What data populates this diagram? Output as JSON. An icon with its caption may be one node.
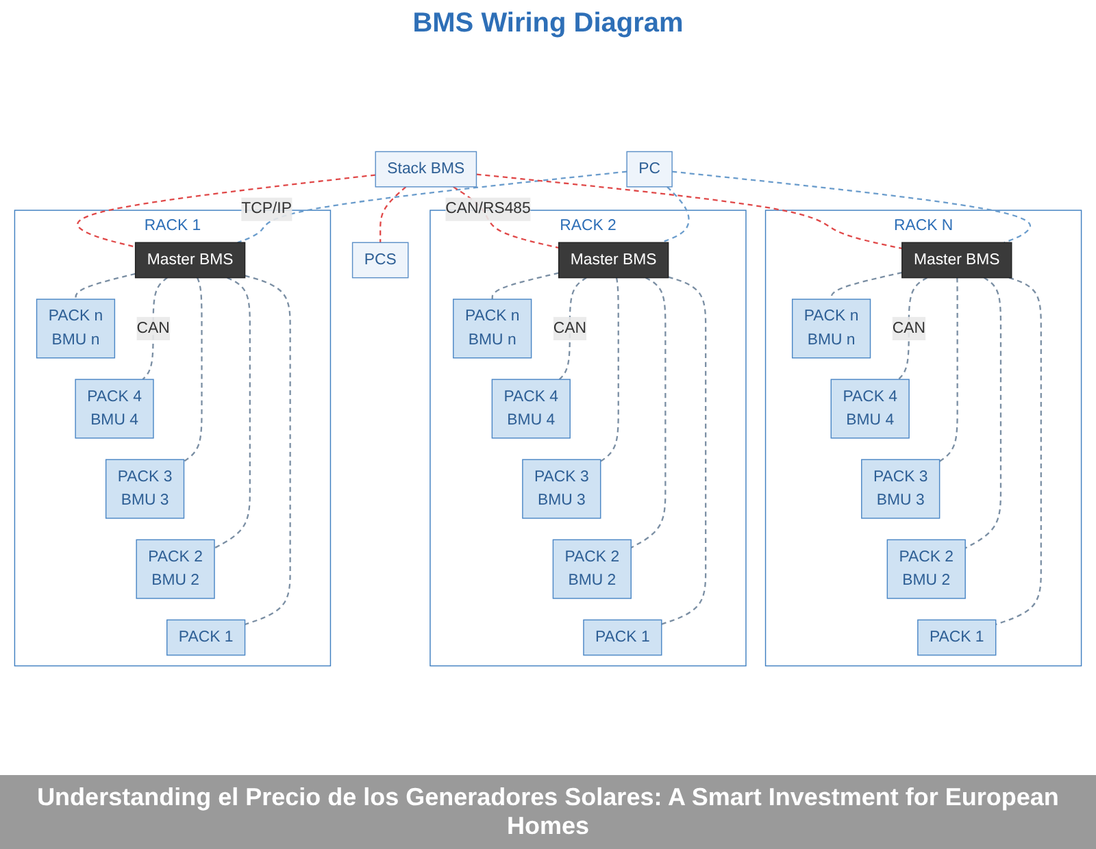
{
  "diagram": {
    "title": "BMS Wiring Diagram",
    "caption": "Understanding el Precio de los Generadores Solares: A Smart Investment for European Homes",
    "nodes": [
      {
        "text": [
          "PC"
        ]
      },
      {
        "text": [
          "Stack BMS"
        ]
      },
      {
        "text": [
          "PCS"
        ]
      },
      {
        "text": [
          "RACK 1"
        ]
      },
      {
        "text": [
          "Master BMS"
        ],
        "in": 3
      },
      {
        "text": [
          "PACK n",
          "BMU n"
        ],
        "in": 3
      },
      {
        "text": [
          "PACK 4",
          "BMU 4"
        ],
        "in": 3
      },
      {
        "text": [
          "PACK 3",
          "BMU 3"
        ],
        "in": 3
      },
      {
        "text": [
          "PACK 2",
          "BMU 2"
        ],
        "in": 3
      },
      {
        "text": [
          "PACK 1"
        ],
        "in": 3
      },
      {
        "text": [
          "RACK 2"
        ]
      },
      {
        "text": [
          "Master BMS"
        ],
        "in": 10
      },
      {
        "text": [
          "PACK n",
          "BMU n"
        ],
        "in": 10
      },
      {
        "text": [
          "PACK 4",
          "BMU 4"
        ],
        "in": 10
      },
      {
        "text": [
          "PACK 3",
          "BMU 3"
        ],
        "in": 10
      },
      {
        "text": [
          "PACK 2",
          "BMU 2"
        ],
        "in": 10
      },
      {
        "text": [
          "PACK 1"
        ],
        "in": 10
      },
      {
        "text": [
          "RACK N"
        ]
      },
      {
        "text": [
          "Master BMS"
        ],
        "in": 17
      },
      {
        "text": [
          "PACK n",
          "BMU n"
        ],
        "in": 17
      },
      {
        "text": [
          "PACK 4",
          "BMU 4"
        ],
        "in": 17
      },
      {
        "text": [
          "PACK 3",
          "BMU 3"
        ],
        "in": 17
      },
      {
        "text": [
          "PACK 2",
          "BMU 2"
        ],
        "in": 17
      },
      {
        "text": [
          "PACK 1"
        ],
        "in": 17
      }
    ],
    "edges": [
      {
        "from": 1,
        "to": 2,
        "arrow": "none",
        "style": "dashed",
        "color": "#e04848"
      },
      {
        "from": 0,
        "to": 4,
        "arrow": "none",
        "style": "dashed",
        "color": "#6a9ccc",
        "label": "TCP/IP"
      },
      {
        "from": 0,
        "to": 11,
        "arrow": "none",
        "style": "dashed",
        "color": "#6a9ccc"
      },
      {
        "from": 0,
        "to": 18,
        "arrow": "none",
        "style": "dashed",
        "color": "#6a9ccc"
      },
      {
        "from": 1,
        "to": 4,
        "arrow": "none",
        "style": "dashed",
        "color": "#e04848"
      },
      {
        "from": 1,
        "to": 11,
        "arrow": "none",
        "style": "dashed",
        "color": "#e04848",
        "label": "CAN/RS485"
      },
      {
        "from": 1,
        "to": 18,
        "arrow": "none",
        "style": "dashed",
        "color": "#e04848"
      },
      {
        "from": 4,
        "to": 5,
        "arrow": "none",
        "style": "dashed"
      },
      {
        "from": 4,
        "to": 6,
        "arrow": "none",
        "style": "dashed",
        "label": "CAN"
      },
      {
        "from": 4,
        "to": 7,
        "arrow": "none",
        "style": "dashed"
      },
      {
        "from": 4,
        "to": 8,
        "arrow": "none",
        "style": "dashed"
      },
      {
        "from": 4,
        "to": 9,
        "arrow": "none",
        "style": "dashed"
      },
      {
        "from": 11,
        "to": 12,
        "arrow": "none",
        "style": "dashed"
      },
      {
        "from": 11,
        "to": 13,
        "arrow": "none",
        "style": "dashed",
        "label": "CAN"
      },
      {
        "from": 11,
        "to": 14,
        "arrow": "none",
        "style": "dashed"
      },
      {
        "from": 11,
        "to": 15,
        "arrow": "none",
        "style": "dashed"
      },
      {
        "from": 11,
        "to": 16,
        "arrow": "none",
        "style": "dashed"
      },
      {
        "from": 18,
        "to": 19,
        "arrow": "none",
        "style": "dashed"
      },
      {
        "from": 18,
        "to": 20,
        "arrow": "none",
        "style": "dashed",
        "label": "CAN"
      },
      {
        "from": 18,
        "to": 21,
        "arrow": "none",
        "style": "dashed"
      },
      {
        "from": 18,
        "to": 22,
        "arrow": "none",
        "style": "dashed"
      },
      {
        "from": 18,
        "to": 23,
        "arrow": "none",
        "style": "dashed"
      }
    ]
  }
}
